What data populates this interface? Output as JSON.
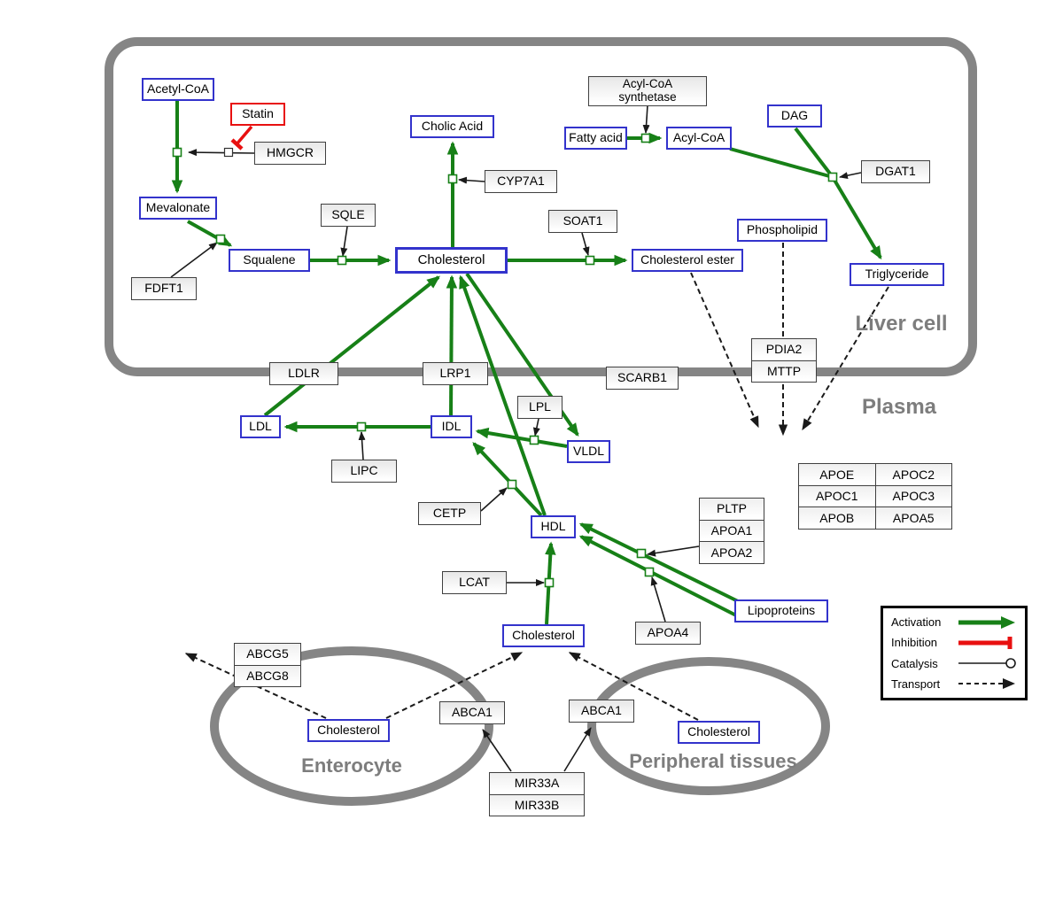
{
  "compartments": {
    "liver": "Liver cell",
    "plasma": "Plasma",
    "enterocyte": "Enterocyte",
    "peripheral": "Peripheral tissues"
  },
  "nodes": {
    "acetyl_coa": "Acetyl-CoA",
    "statin": "Statin",
    "hmgcr": "HMGCR",
    "mevalonate": "Mevalonate",
    "fdft1": "FDFT1",
    "squalene": "Squalene",
    "sqle": "SQLE",
    "cholic_acid": "Cholic Acid",
    "cyp7a1": "CYP7A1",
    "cholesterol_liver": "Cholesterol",
    "soat1": "SOAT1",
    "cholesterol_ester": "Cholesterol ester",
    "fatty_acid": "Fatty acid",
    "acyl_coa_synthetase_line1": "Acyl-CoA",
    "acyl_coa_synthetase_line2": "synthetase",
    "acyl_coa": "Acyl-CoA",
    "dag": "DAG",
    "dgat1": "DGAT1",
    "phospholipid": "Phospholipid",
    "triglyceride": "Triglyceride",
    "pdia2": "PDIA2",
    "mttp": "MTTP",
    "ldlr": "LDLR",
    "lrp1": "LRP1",
    "scarb1": "SCARB1",
    "ldl": "LDL",
    "idl": "IDL",
    "lpl": "LPL",
    "vldl": "VLDL",
    "lipc": "LIPC",
    "cetp": "CETP",
    "hdl": "HDL",
    "lcat": "LCAT",
    "pltp": "PLTP",
    "apoa1": "APOA1",
    "apoa2": "APOA2",
    "apoa4": "APOA4",
    "lipoproteins": "Lipoproteins",
    "cholesterol_plasma": "Cholesterol",
    "abcg5": "ABCG5",
    "abcg8": "ABCG8",
    "cholesterol_enterocyte": "Cholesterol",
    "abca1_enterocyte": "ABCA1",
    "abca1_peripheral": "ABCA1",
    "cholesterol_peripheral": "Cholesterol",
    "mir33a": "MIR33A",
    "mir33b": "MIR33B"
  },
  "apo_table": [
    [
      "APOE",
      "APOC2"
    ],
    [
      "APOC1",
      "APOC3"
    ],
    [
      "APOB",
      "APOA5"
    ]
  ],
  "legend": {
    "activation": "Activation",
    "inhibition": "Inhibition",
    "catalysis": "Catalysis",
    "transport": "Transport"
  },
  "colors": {
    "metabolite_border": "#3333cc",
    "inhibitor_border": "#e81010",
    "activation_green": "#178017",
    "inhibition_red": "#e81010",
    "compartment_gray": "#858585"
  }
}
